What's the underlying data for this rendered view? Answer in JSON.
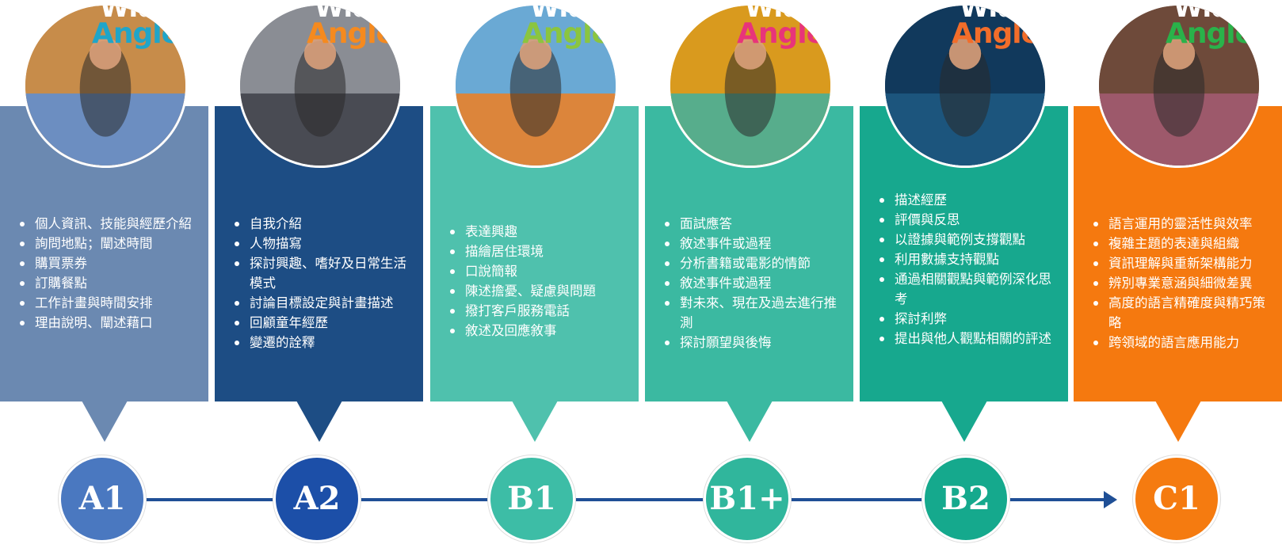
{
  "levels": [
    {
      "label": "A1",
      "panel_color": "#6b89b1",
      "circle_color": "#4a78c0",
      "cover": {
        "brand_top": "Wide",
        "brand_bottom": "Angle",
        "brand_color": "#1fa5c9",
        "bg": "#c78c4a",
        "scene": "#5c8ed6"
      },
      "items": [
        "個人資訊、技能與經歷介紹",
        "詢問地點；闡述時間",
        "購買票券",
        "訂購餐點",
        "工作計畫與時間安排",
        "理由說明、闡述藉口"
      ]
    },
    {
      "label": "A2",
      "panel_color": "#1d4d84",
      "circle_color": "#1c4fa8",
      "cover": {
        "brand_top": "Wide",
        "brand_bottom": "Angle",
        "brand_color": "#f58a1f",
        "bg": "#8a8d94",
        "scene": "#3d3f48"
      },
      "items": [
        "自我介紹",
        "人物描寫",
        "探討興趣、嗜好及日常生活模式",
        "討論目標設定與計畫描述",
        "回顧童年經歷",
        "變遷的詮釋"
      ]
    },
    {
      "label": "B1",
      "panel_color": "#4fc1ad",
      "circle_color": "#3dbda6",
      "cover": {
        "brand_top": "Wide",
        "brand_bottom": "Angle",
        "brand_color": "#8bc53f",
        "bg": "#6aa9d4",
        "scene": "#f07f20"
      },
      "items": [
        "表達興趣",
        "描繪居住環境",
        "口說簡報",
        "陳述擔憂、疑慮與問題",
        "撥打客戶服務電話",
        "敘述及回應敘事"
      ]
    },
    {
      "label": "B1+",
      "panel_color": "#3bb9a1",
      "circle_color": "#30b69c",
      "cover": {
        "brand_top": "Wide",
        "brand_bottom": "Angle",
        "brand_color": "#e8347a",
        "bg": "#d99a1e",
        "scene": "#3fb0a0"
      },
      "items": [
        "面試應答",
        "敘述事件或過程",
        "分析書籍或電影的情節",
        "敘述事件或過程",
        "對未來、現在及過去進行推測",
        "探討願望與後悔"
      ]
    },
    {
      "label": "B2",
      "panel_color": "#17a88e",
      "circle_color": "#15a98d",
      "cover": {
        "brand_top": "Wide",
        "brand_bottom": "Angle",
        "brand_color": "#f26d2a",
        "bg": "#11395c",
        "scene": "#1e5a82"
      },
      "items": [
        "描述經歷",
        "評價與反思",
        "以證據與範例支撐觀點",
        "利用數據支持觀點",
        "通過相關觀點與範例深化思考",
        "探討利弊",
        "提出與他人觀點相關的評述"
      ]
    },
    {
      "label": "C1",
      "panel_color": "#f5790f",
      "circle_color": "#f57b10",
      "cover": {
        "brand_top": "Wide",
        "brand_bottom": "Angle",
        "brand_color": "#2ab24a",
        "bg": "#6e4a3a",
        "scene": "#a65c74"
      },
      "items": [
        "語言運用的靈活性與效率",
        "複雜主題的表達與組織",
        "資訊理解與重新架構能力",
        "辨別專業意涵與細微差異",
        "高度的語言精確度與精巧策略",
        "跨領域的語言應用能力"
      ]
    }
  ]
}
